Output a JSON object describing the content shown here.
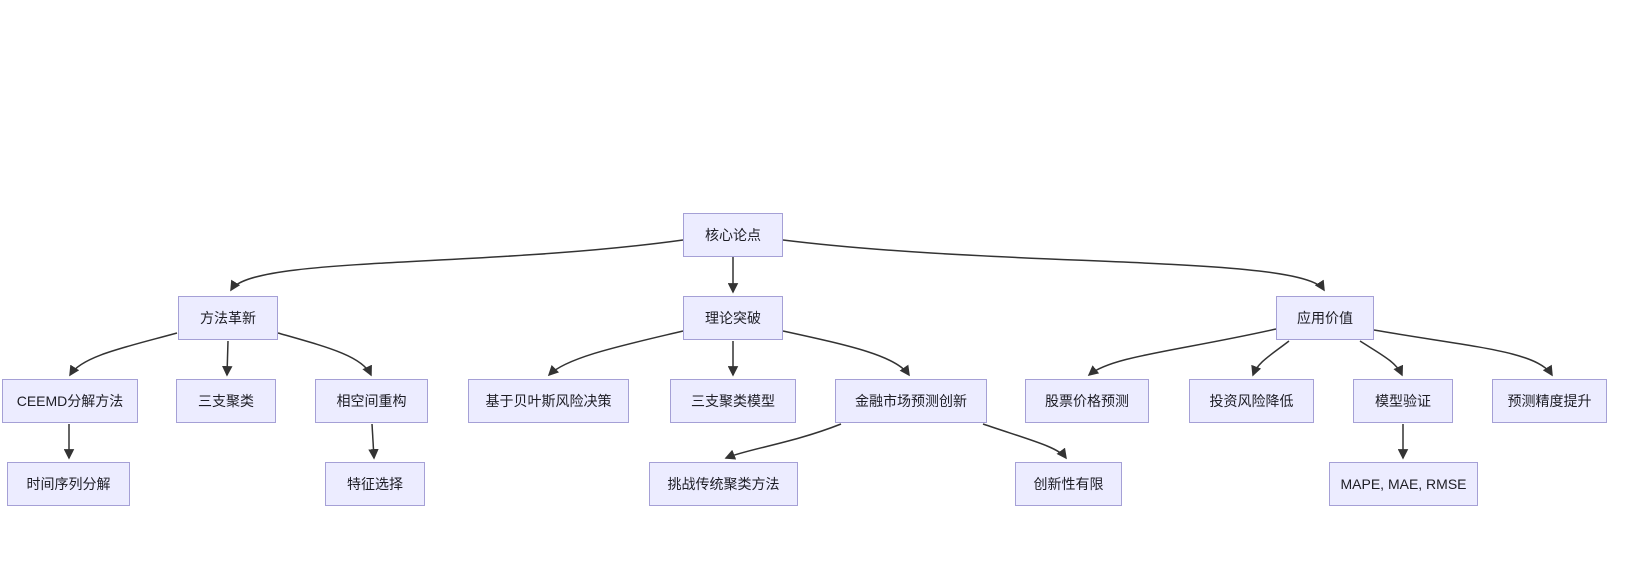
{
  "diagram": {
    "type": "flowchart",
    "direction": "top-down",
    "style": {
      "background": "#ffffff",
      "node_fill": "#ECECFF",
      "node_border": "#a5a0d6",
      "edge_color": "#333333",
      "text_color": "#1d1d25"
    },
    "nodes": [
      {
        "id": "core",
        "label": "核心论点"
      },
      {
        "id": "method",
        "label": "方法革新"
      },
      {
        "id": "theory",
        "label": "理论突破"
      },
      {
        "id": "application",
        "label": "应用价值"
      },
      {
        "id": "ceemd",
        "label": "CEEMD分解方法"
      },
      {
        "id": "three-way",
        "label": "三支聚类"
      },
      {
        "id": "phase-space",
        "label": "相空间重构"
      },
      {
        "id": "bayes",
        "label": "基于贝叶斯风险决策"
      },
      {
        "id": "twc-model",
        "label": "三支聚类模型"
      },
      {
        "id": "finance",
        "label": "金融市场预测创新"
      },
      {
        "id": "stock",
        "label": "股票价格预测"
      },
      {
        "id": "risk",
        "label": "投资风险降低"
      },
      {
        "id": "validation",
        "label": "模型验证"
      },
      {
        "id": "accuracy",
        "label": "预测精度提升"
      },
      {
        "id": "time-series",
        "label": "时间序列分解"
      },
      {
        "id": "feature",
        "label": "特征选择"
      },
      {
        "id": "challenge",
        "label": "挑战传统聚类方法"
      },
      {
        "id": "limited",
        "label": "创新性有限"
      },
      {
        "id": "metrics",
        "label": "MAPE, MAE, RMSE"
      }
    ],
    "edges": [
      {
        "from": "core",
        "to": "method"
      },
      {
        "from": "core",
        "to": "theory"
      },
      {
        "from": "core",
        "to": "application"
      },
      {
        "from": "method",
        "to": "ceemd"
      },
      {
        "from": "method",
        "to": "three-way"
      },
      {
        "from": "method",
        "to": "phase-space"
      },
      {
        "from": "theory",
        "to": "bayes"
      },
      {
        "from": "theory",
        "to": "twc-model"
      },
      {
        "from": "theory",
        "to": "finance"
      },
      {
        "from": "application",
        "to": "stock"
      },
      {
        "from": "application",
        "to": "risk"
      },
      {
        "from": "application",
        "to": "validation"
      },
      {
        "from": "application",
        "to": "accuracy"
      },
      {
        "from": "ceemd",
        "to": "time-series"
      },
      {
        "from": "phase-space",
        "to": "feature"
      },
      {
        "from": "finance",
        "to": "challenge"
      },
      {
        "from": "finance",
        "to": "limited"
      },
      {
        "from": "validation",
        "to": "metrics"
      }
    ]
  }
}
